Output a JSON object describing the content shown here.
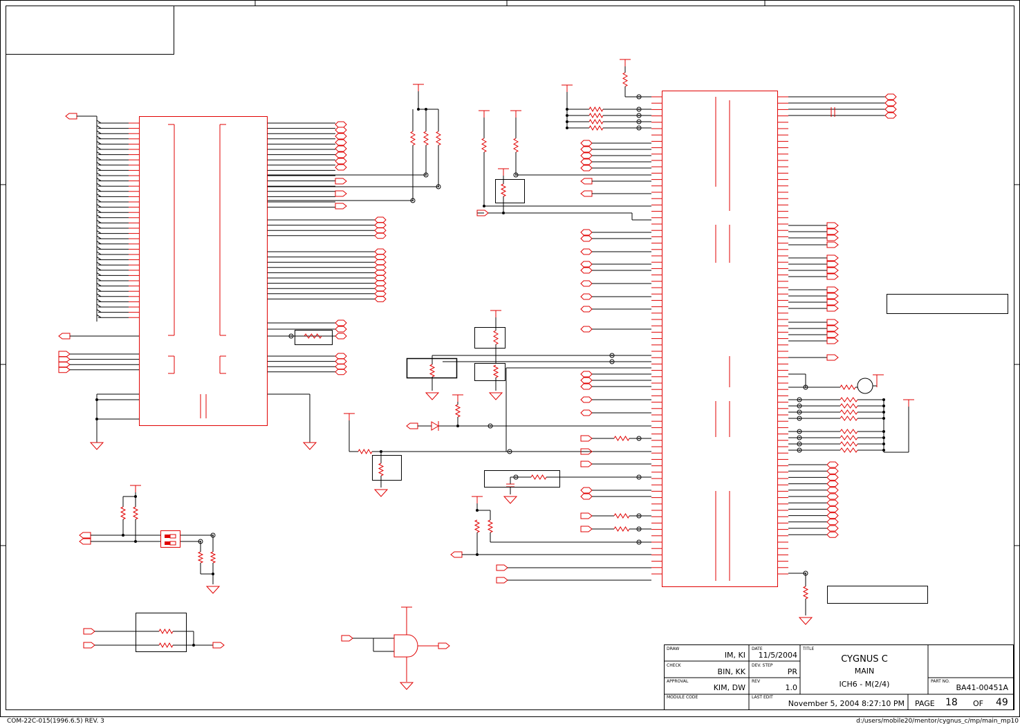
{
  "title_block": {
    "draw_label": "DRAW",
    "draw_value": "IM, KI",
    "check_label": "CHECK",
    "check_value": "BIN, KK",
    "approval_label": "APPROVAL",
    "approval_value": "KIM, DW",
    "module_code_label": "MODULE CODE",
    "date_label": "DATE",
    "date_value": "11/5/2004",
    "dev_step_label": "DEV. STEP",
    "dev_step_value": "PR",
    "rev_label": "REV",
    "rev_value": "1.0",
    "last_edit_label": "LAST EDIT",
    "last_edit_value": "November 5, 2004  8:27:10 PM",
    "title_label": "TITLE",
    "title_line1": "CYGNUS C",
    "title_line2": "MAIN",
    "title_line3": "ICH6 - M(2/4)",
    "part_no_label": "PART NO.",
    "part_no_value": "BA41-00451A",
    "page_label": "PAGE",
    "page_value": "18",
    "of_label": "OF",
    "of_value": "49"
  },
  "footer": {
    "form_code": "COM-22C-015(1996.6.5) REV. 3",
    "file_path": "d:/users/mobile20/mentor/cygnus_c/mp/main_mp10"
  },
  "colors": {
    "component": "#e00000",
    "wire": "#000000",
    "background": "#ffffff"
  }
}
